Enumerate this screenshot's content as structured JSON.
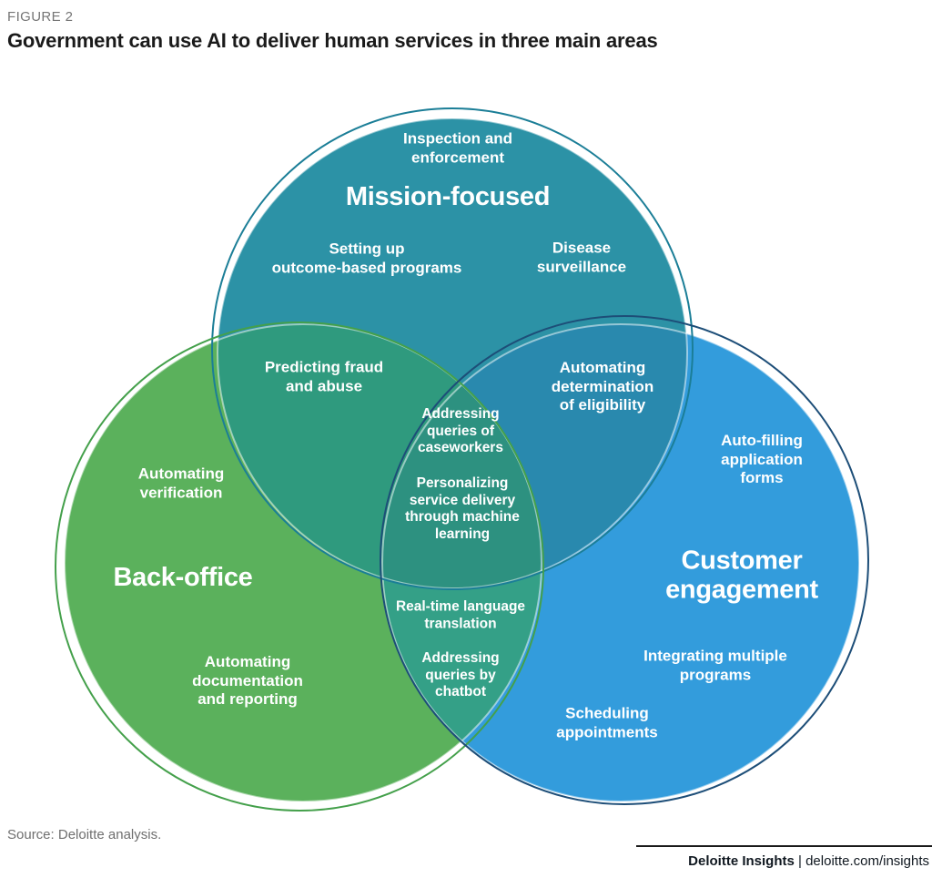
{
  "figure_label": "FIGURE 2",
  "title": "Government can use AI to deliver human services in three main areas",
  "venn": {
    "colors": {
      "mission": "#2C92A6",
      "back_office": "#5BB15C",
      "customer": "#339CDC",
      "mission_back": "#2F9A7E",
      "mission_customer": "#2989AE",
      "back_customer": "#34A087",
      "center": "#2D9180",
      "mission_ring": "#1B7E97",
      "back_ring": "#44A04B",
      "customer_ring": "#1D4E78"
    },
    "labels": {
      "mission_title": "Mission-focused",
      "back_office_title": "Back-office",
      "customer_title": "Customer\nengagement",
      "inspection": "Inspection and\nenforcement",
      "setting_up": "Setting up\noutcome-based programs",
      "disease": "Disease\nsurveillance",
      "fraud": "Predicting fraud\nand abuse",
      "eligibility": "Automating\ndetermination\nof eligibility",
      "caseworkers": "Addressing\nqueries of\ncaseworkers",
      "personalizing": "Personalizing\nservice delivery\nthrough machine\nlearning",
      "verification": "Automating\nverification",
      "autofill": "Auto-filling\napplication\nforms",
      "translation": "Real-time language\ntranslation",
      "chatbot": "Addressing\nqueries by\nchatbot",
      "documentation": "Automating\ndocumentation\nand reporting",
      "integrating": "Integrating multiple\nprograms",
      "scheduling": "Scheduling\nappointments"
    }
  },
  "footer": {
    "source": "Source: Deloitte analysis.",
    "brand_bold": "Deloitte Insights",
    "brand_rest": " | deloitte.com/insights"
  }
}
